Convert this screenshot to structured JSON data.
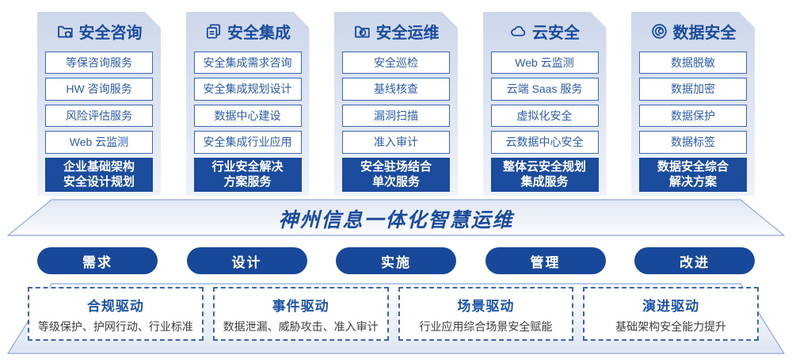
{
  "palette": {
    "dark_blue": "#1a4b9d",
    "pill_blue": "#17489a",
    "item_border_blue": "#3a67b2",
    "item_text_blue": "#2a5dad",
    "driver_title_blue": "#1d55a8",
    "desc_gray": "#3d3d3d",
    "card_gradient_top": "#ccd7ea",
    "card_gradient_bottom": "#eef2f9"
  },
  "columns": [
    {
      "title": "安全咨询",
      "icon": "folder-shield-icon",
      "items": [
        "等保咨询服务",
        "HW 咨询服务",
        "风险评估服务",
        "Web 云监测"
      ],
      "footer": [
        "企业基础架构",
        "安全设计规划"
      ]
    },
    {
      "title": "安全集成",
      "icon": "documents-icon",
      "items": [
        "安全集成需求咨询",
        "安全集成规划设计",
        "数据中心建设",
        "安全集成行业应用"
      ],
      "footer": [
        "行业安全解决",
        "方案服务"
      ]
    },
    {
      "title": "安全运维",
      "icon": "folder-chart-icon",
      "items": [
        "安全巡检",
        "基线核查",
        "漏洞扫描",
        "准入审计"
      ],
      "footer": [
        "安全驻场结合",
        "单次服务"
      ]
    },
    {
      "title": "云安全",
      "icon": "cloud-icon",
      "items": [
        "Web 云监测",
        "云端 Saas 服务",
        "虚拟化安全",
        "云数据中心安全"
      ],
      "footer": [
        "整体云安全规划",
        "集成服务"
      ]
    },
    {
      "title": "数据安全",
      "icon": "data-spiral-icon",
      "items": [
        "数据脱敏",
        "数据加密",
        "数据保护",
        "数据标签"
      ],
      "footer": [
        "数据安全综合",
        "解决方案"
      ]
    }
  ],
  "banner": {
    "title": "神州信息一体化智慧运维"
  },
  "pills": [
    "需求",
    "设计",
    "实施",
    "管理",
    "改进"
  ],
  "drivers": [
    {
      "title": "合规驱动",
      "desc": "等级保护、护网行动、行业标准"
    },
    {
      "title": "事件驱动",
      "desc": "数据泄漏、威胁攻击、准入审计"
    },
    {
      "title": "场景驱动",
      "desc": "行业应用综合场景安全赋能"
    },
    {
      "title": "演进驱动",
      "desc": "基础架构安全能力提升"
    }
  ]
}
